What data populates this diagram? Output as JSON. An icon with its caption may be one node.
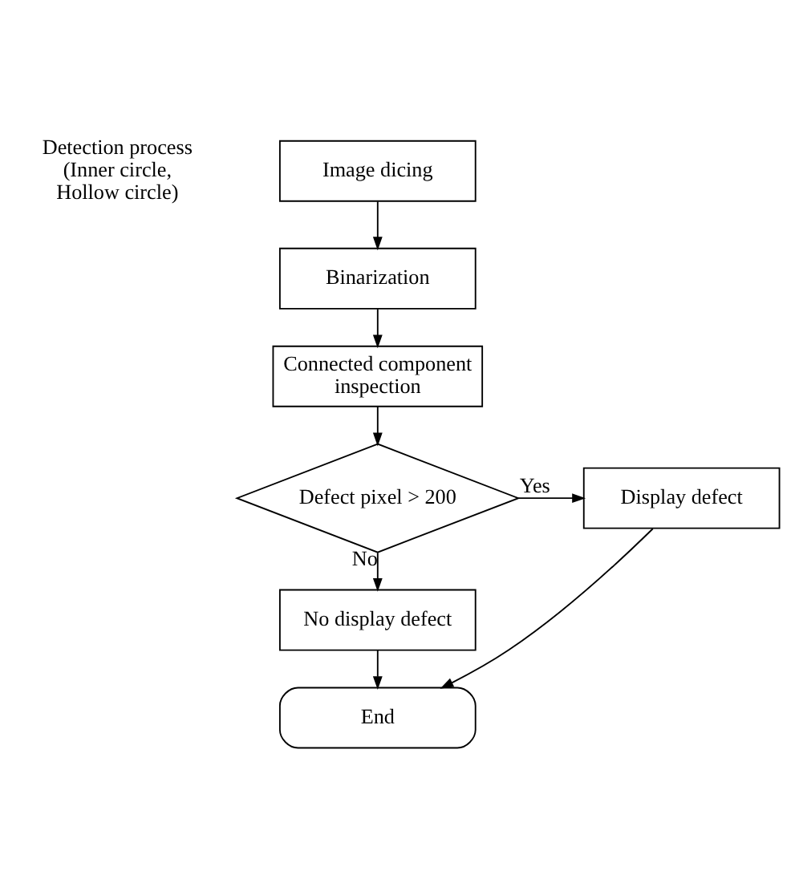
{
  "diagram": {
    "nodes": [
      {
        "text": [
          "Image dicing"
        ]
      },
      {
        "text": [
          "Binarization"
        ]
      },
      {
        "text": [
          "Connected component inspection"
        ]
      },
      {
        "text": [
          "Defect pixel > 200"
        ]
      },
      {
        "text": [
          "Display defect"
        ]
      },
      {
        "text": [
          "No display defect"
        ]
      },
      {
        "text": [
          "End"
        ]
      }
    ],
    "edges": [
      {
        "from": 0,
        "to": 1,
        "arrow": "to"
      },
      {
        "from": 1,
        "to": 2,
        "arrow": "to"
      },
      {
        "from": 2,
        "to": 3,
        "arrow": "to"
      },
      {
        "from": 3,
        "to": 4,
        "arrow": "to",
        "label": "Yes"
      },
      {
        "from": 3,
        "to": 5,
        "arrow": "to",
        "label": "No"
      },
      {
        "from": 5,
        "to": 6,
        "arrow": "to"
      },
      {
        "from": 4,
        "to": 6,
        "arrow": "to"
      }
    ],
    "labels": [
      "Detection process (Inner circle, Hollow circle)"
    ]
  }
}
